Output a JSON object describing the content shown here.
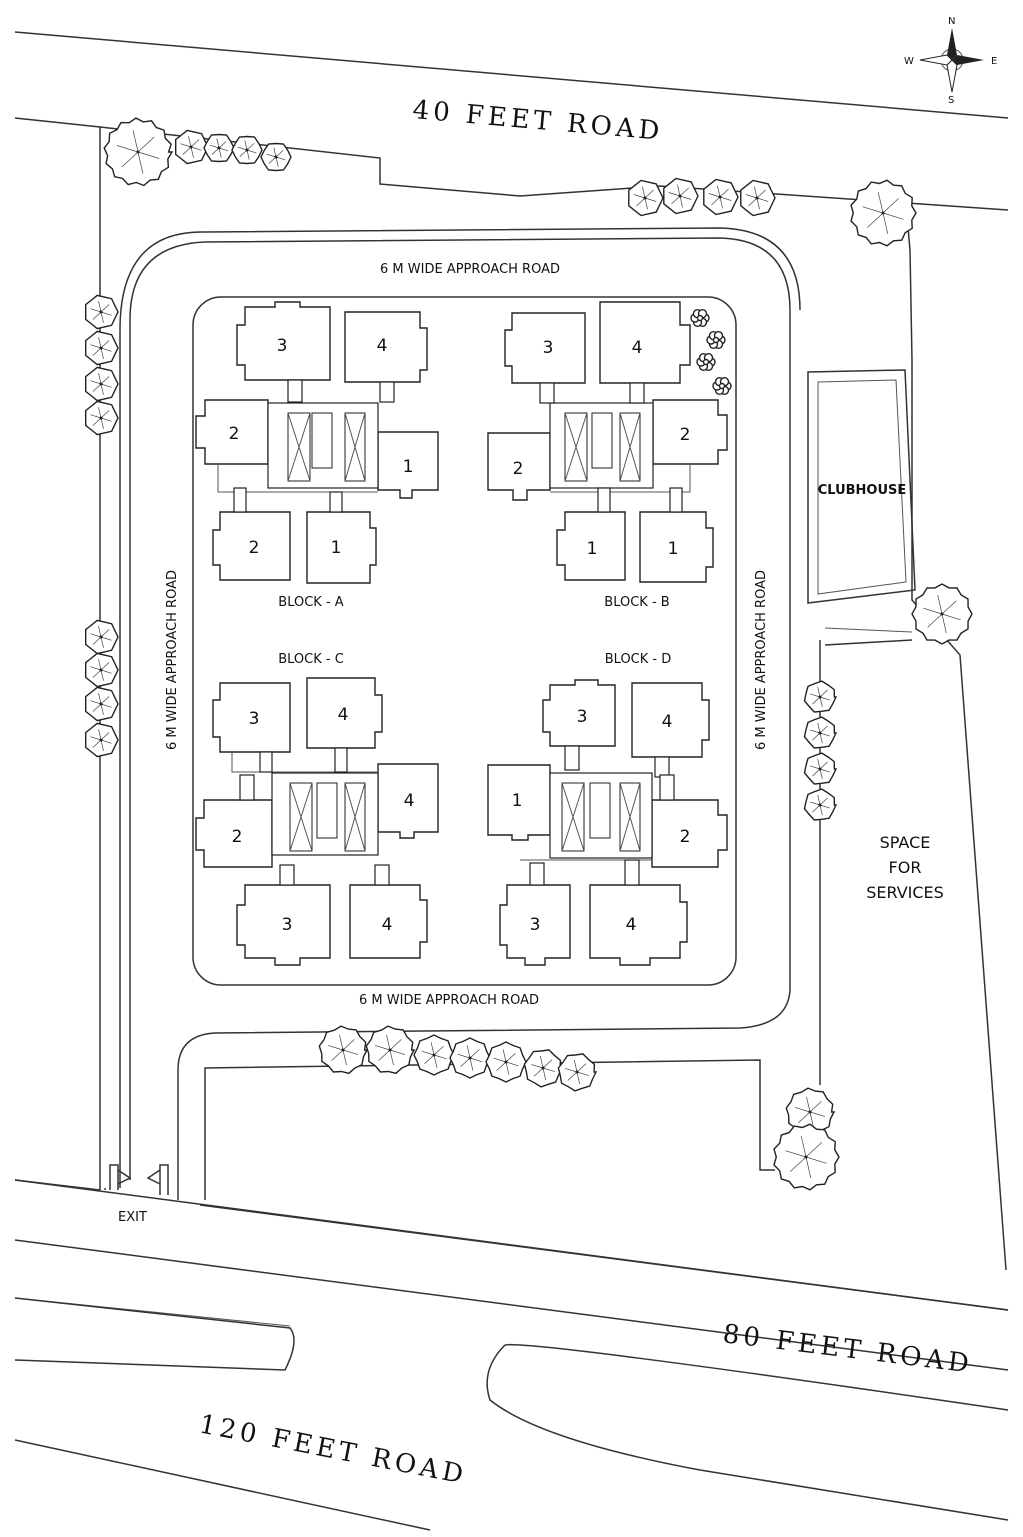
{
  "roads": {
    "north": "40 FEET ROAD",
    "east": "80 FEET ROAD",
    "south": "120 FEET ROAD"
  },
  "approach_roads": {
    "top": "6 M WIDE APPROACH ROAD",
    "bottom": "6 M WIDE APPROACH ROAD",
    "left": "6 M WIDE APPROACH ROAD",
    "right": "6 M WIDE APPROACH ROAD"
  },
  "clubhouse": "CLUBHOUSE",
  "services": [
    "SPACE",
    "FOR",
    "SERVICES"
  ],
  "exit": "EXIT",
  "compass": {
    "n": "N",
    "s": "S",
    "e": "E",
    "w": "W"
  },
  "blocks": {
    "a": {
      "label": "BLOCK - A",
      "units": [
        "3",
        "4",
        "2",
        "1",
        "2",
        "1"
      ]
    },
    "b": {
      "label": "BLOCK - B",
      "units": [
        "3",
        "4",
        "2",
        "2",
        "1",
        "1"
      ]
    },
    "c": {
      "label": "BLOCK - C",
      "units": [
        "3",
        "4",
        "2",
        "4",
        "3",
        "4"
      ]
    },
    "d": {
      "label": "BLOCK - D",
      "units": [
        "3",
        "4",
        "1",
        "2",
        "3",
        "4"
      ]
    }
  }
}
